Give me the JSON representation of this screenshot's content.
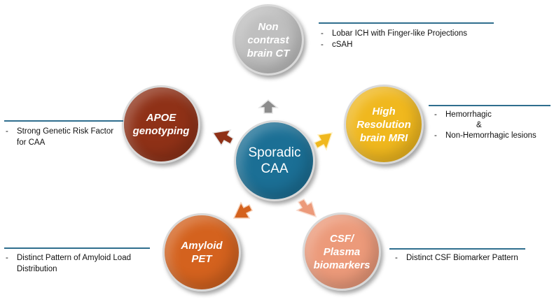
{
  "colors": {
    "center": "#1b6f95",
    "ct": "#bfbfbf",
    "mri": "#f0b81e",
    "csf": "#ec9a7a",
    "pet": "#d4621e",
    "apoe": "#8f3117",
    "rule": "#2f6e8e"
  },
  "center": {
    "label": "Sporadic\nCAA"
  },
  "nodes": {
    "ct": {
      "label": "Non\ncontrast\nbrain CT"
    },
    "mri": {
      "label": "High\nResolution\nbrain MRI"
    },
    "csf": {
      "label": "CSF/\nPlasma\nbiomarkers"
    },
    "pet": {
      "label": "Amyloid\nPET"
    },
    "apoe": {
      "label": "APOE\ngenotyping"
    }
  },
  "annotations": {
    "ct": {
      "items": [
        "Lobar ICH with Finger-like Projections",
        "cSAH"
      ]
    },
    "mri": {
      "items": [
        "Hemorrhagic"
      ],
      "joiner": "&",
      "last": "Non-Hemorrhagic lesions"
    },
    "apoe": {
      "item": "Strong Genetic Risk Factor",
      "cont": "for CAA"
    },
    "pet": {
      "item": "Distinct Pattern of Amyloid Load",
      "cont": "Distribution"
    },
    "csf": {
      "item": "Distinct CSF Biomarker Pattern"
    }
  },
  "dash": "-"
}
